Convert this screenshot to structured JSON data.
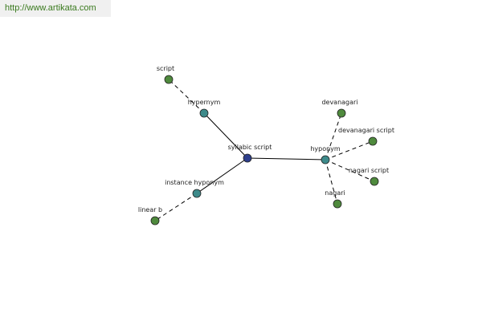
{
  "header": {
    "url": "http://www.artikata.com"
  },
  "graph": {
    "center": {
      "id": "center",
      "label": "syllabic script",
      "color": "#2e3f8c"
    },
    "relations": [
      {
        "id": "hypernym",
        "label": "hypernym",
        "color": "#3d8a8a"
      },
      {
        "id": "hyponym",
        "label": "hyponym",
        "color": "#3d8a8a"
      },
      {
        "id": "instance",
        "label": "instance hyponym",
        "color": "#3d8a8a"
      }
    ],
    "terms": [
      {
        "id": "script",
        "label": "script",
        "parent": "hypernym",
        "color": "#4f8a3d"
      },
      {
        "id": "devanagari",
        "label": "devanagari",
        "parent": "hyponym",
        "color": "#4f8a3d"
      },
      {
        "id": "devanagari-script",
        "label": "devanagari script",
        "parent": "hyponym",
        "color": "#4f8a3d"
      },
      {
        "id": "nagari-script",
        "label": "nagari script",
        "parent": "hyponym",
        "color": "#4f8a3d"
      },
      {
        "id": "nagari",
        "label": "nagari",
        "parent": "hyponym",
        "color": "#4f8a3d"
      },
      {
        "id": "linear-b",
        "label": "linear b",
        "parent": "instance",
        "color": "#4f8a3d"
      }
    ]
  }
}
